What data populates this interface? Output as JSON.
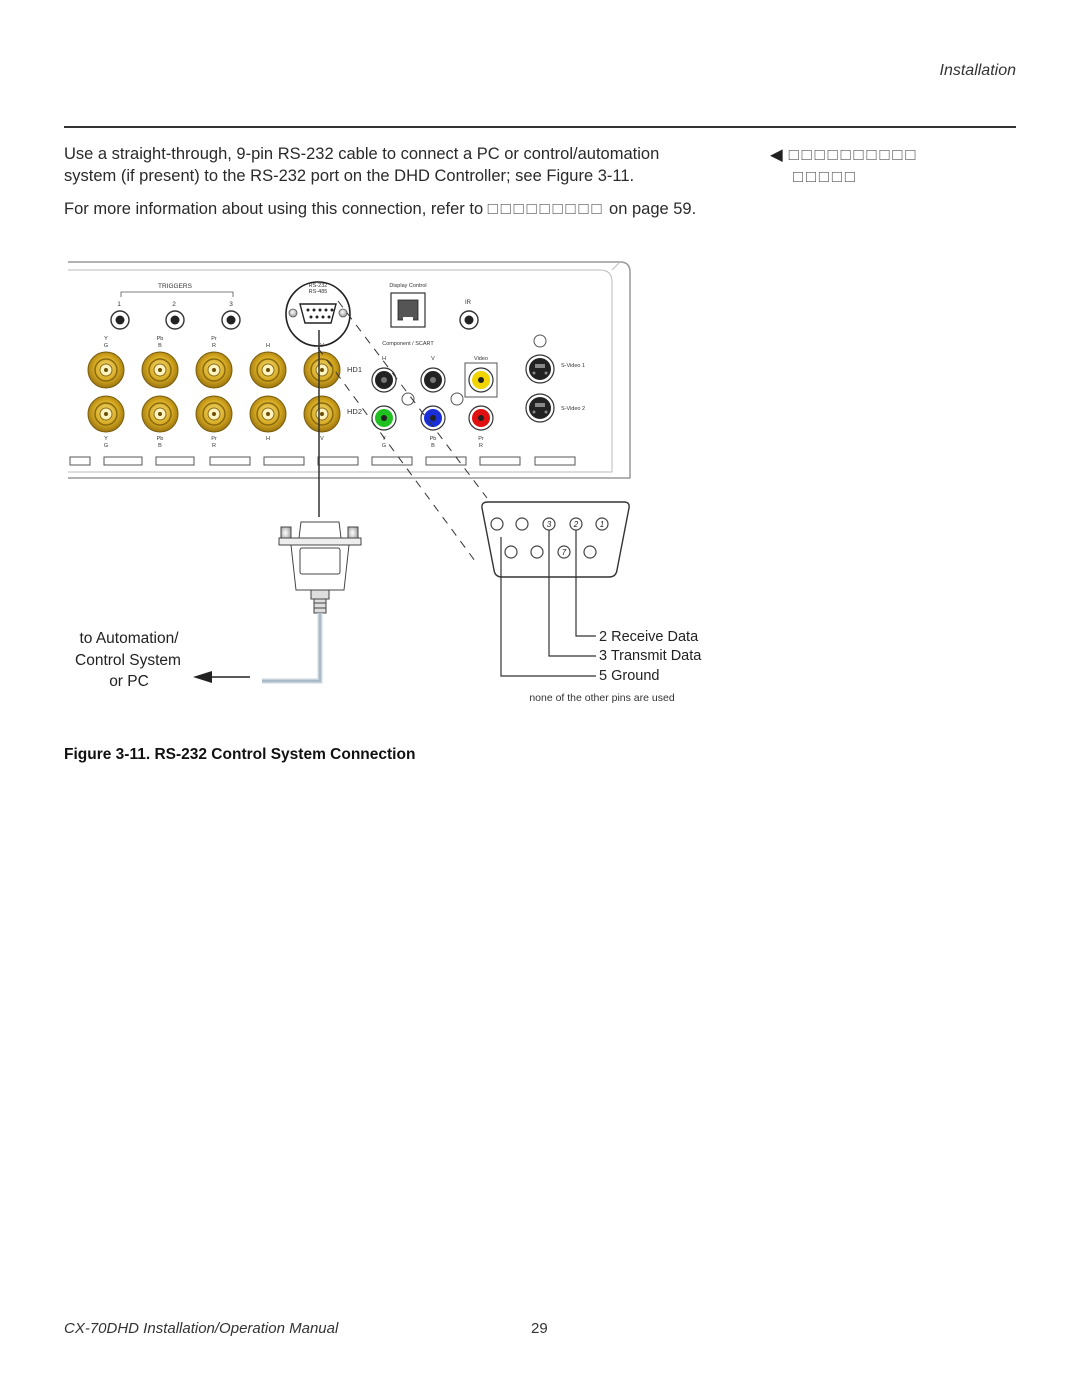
{
  "header": {
    "section": "Installation"
  },
  "body": {
    "para1_line1": "Use a straight-through, 9-pin RS-232 cable to connect a PC or control/automation",
    "para1_line2": "system (if present) to the RS-232 port on the DHD Controller; see Figure 3-11.",
    "para2_prefix": "For more information about using this connection, refer to",
    "para2_ref": "□□□□□□□□□",
    "para2_suffix": "on page 59."
  },
  "side_note": {
    "arrow": "◀",
    "line1": "□□□□□□□□□□",
    "line2": "□□□□□"
  },
  "diagram": {
    "triggers_label": "TRIGGERS",
    "trigger_nums": [
      "1",
      "2",
      "3"
    ],
    "rs232_label": "RS-232",
    "rs485_label": "RS-485",
    "display_control_label": "Display Control",
    "ir_label": "IR",
    "component_scart_label": "Component / SCART",
    "hd1_label": "HD1",
    "hd2_label": "HD2",
    "video_label": "Video",
    "svideo1_label": "S-Video 1",
    "svideo2_label": "S-Video 2",
    "top_col_labels": [
      [
        "Y",
        "G"
      ],
      [
        "Pb",
        "B"
      ],
      [
        "Pr",
        "R"
      ],
      [
        "H",
        ""
      ],
      [
        "V",
        ""
      ]
    ],
    "bottom_col_labels": [
      [
        "Y",
        "G"
      ],
      [
        "Pb",
        "B"
      ],
      [
        "Pr",
        "R"
      ],
      [
        "H",
        ""
      ],
      [
        "V",
        ""
      ]
    ],
    "comp_top_labels": [
      "H",
      "V"
    ],
    "comp_bottom_labels": [
      [
        "Y",
        "G"
      ],
      [
        "Pb",
        "B"
      ],
      [
        "Pr",
        "R"
      ]
    ],
    "pin_numbers": [
      "3",
      "2",
      "1",
      "7"
    ],
    "pin_legend": [
      "2 Receive Data",
      "3 Transmit Data",
      "5 Ground"
    ],
    "pin_note": "none of the other pins are used",
    "to_label": [
      "to Automation/",
      "Control System",
      "or PC"
    ]
  },
  "caption": "Figure 3-11. RS-232 Control System Connection",
  "footer": {
    "manual_title": "CX-70DHD Installation/Operation Manual",
    "page_number": "29"
  }
}
